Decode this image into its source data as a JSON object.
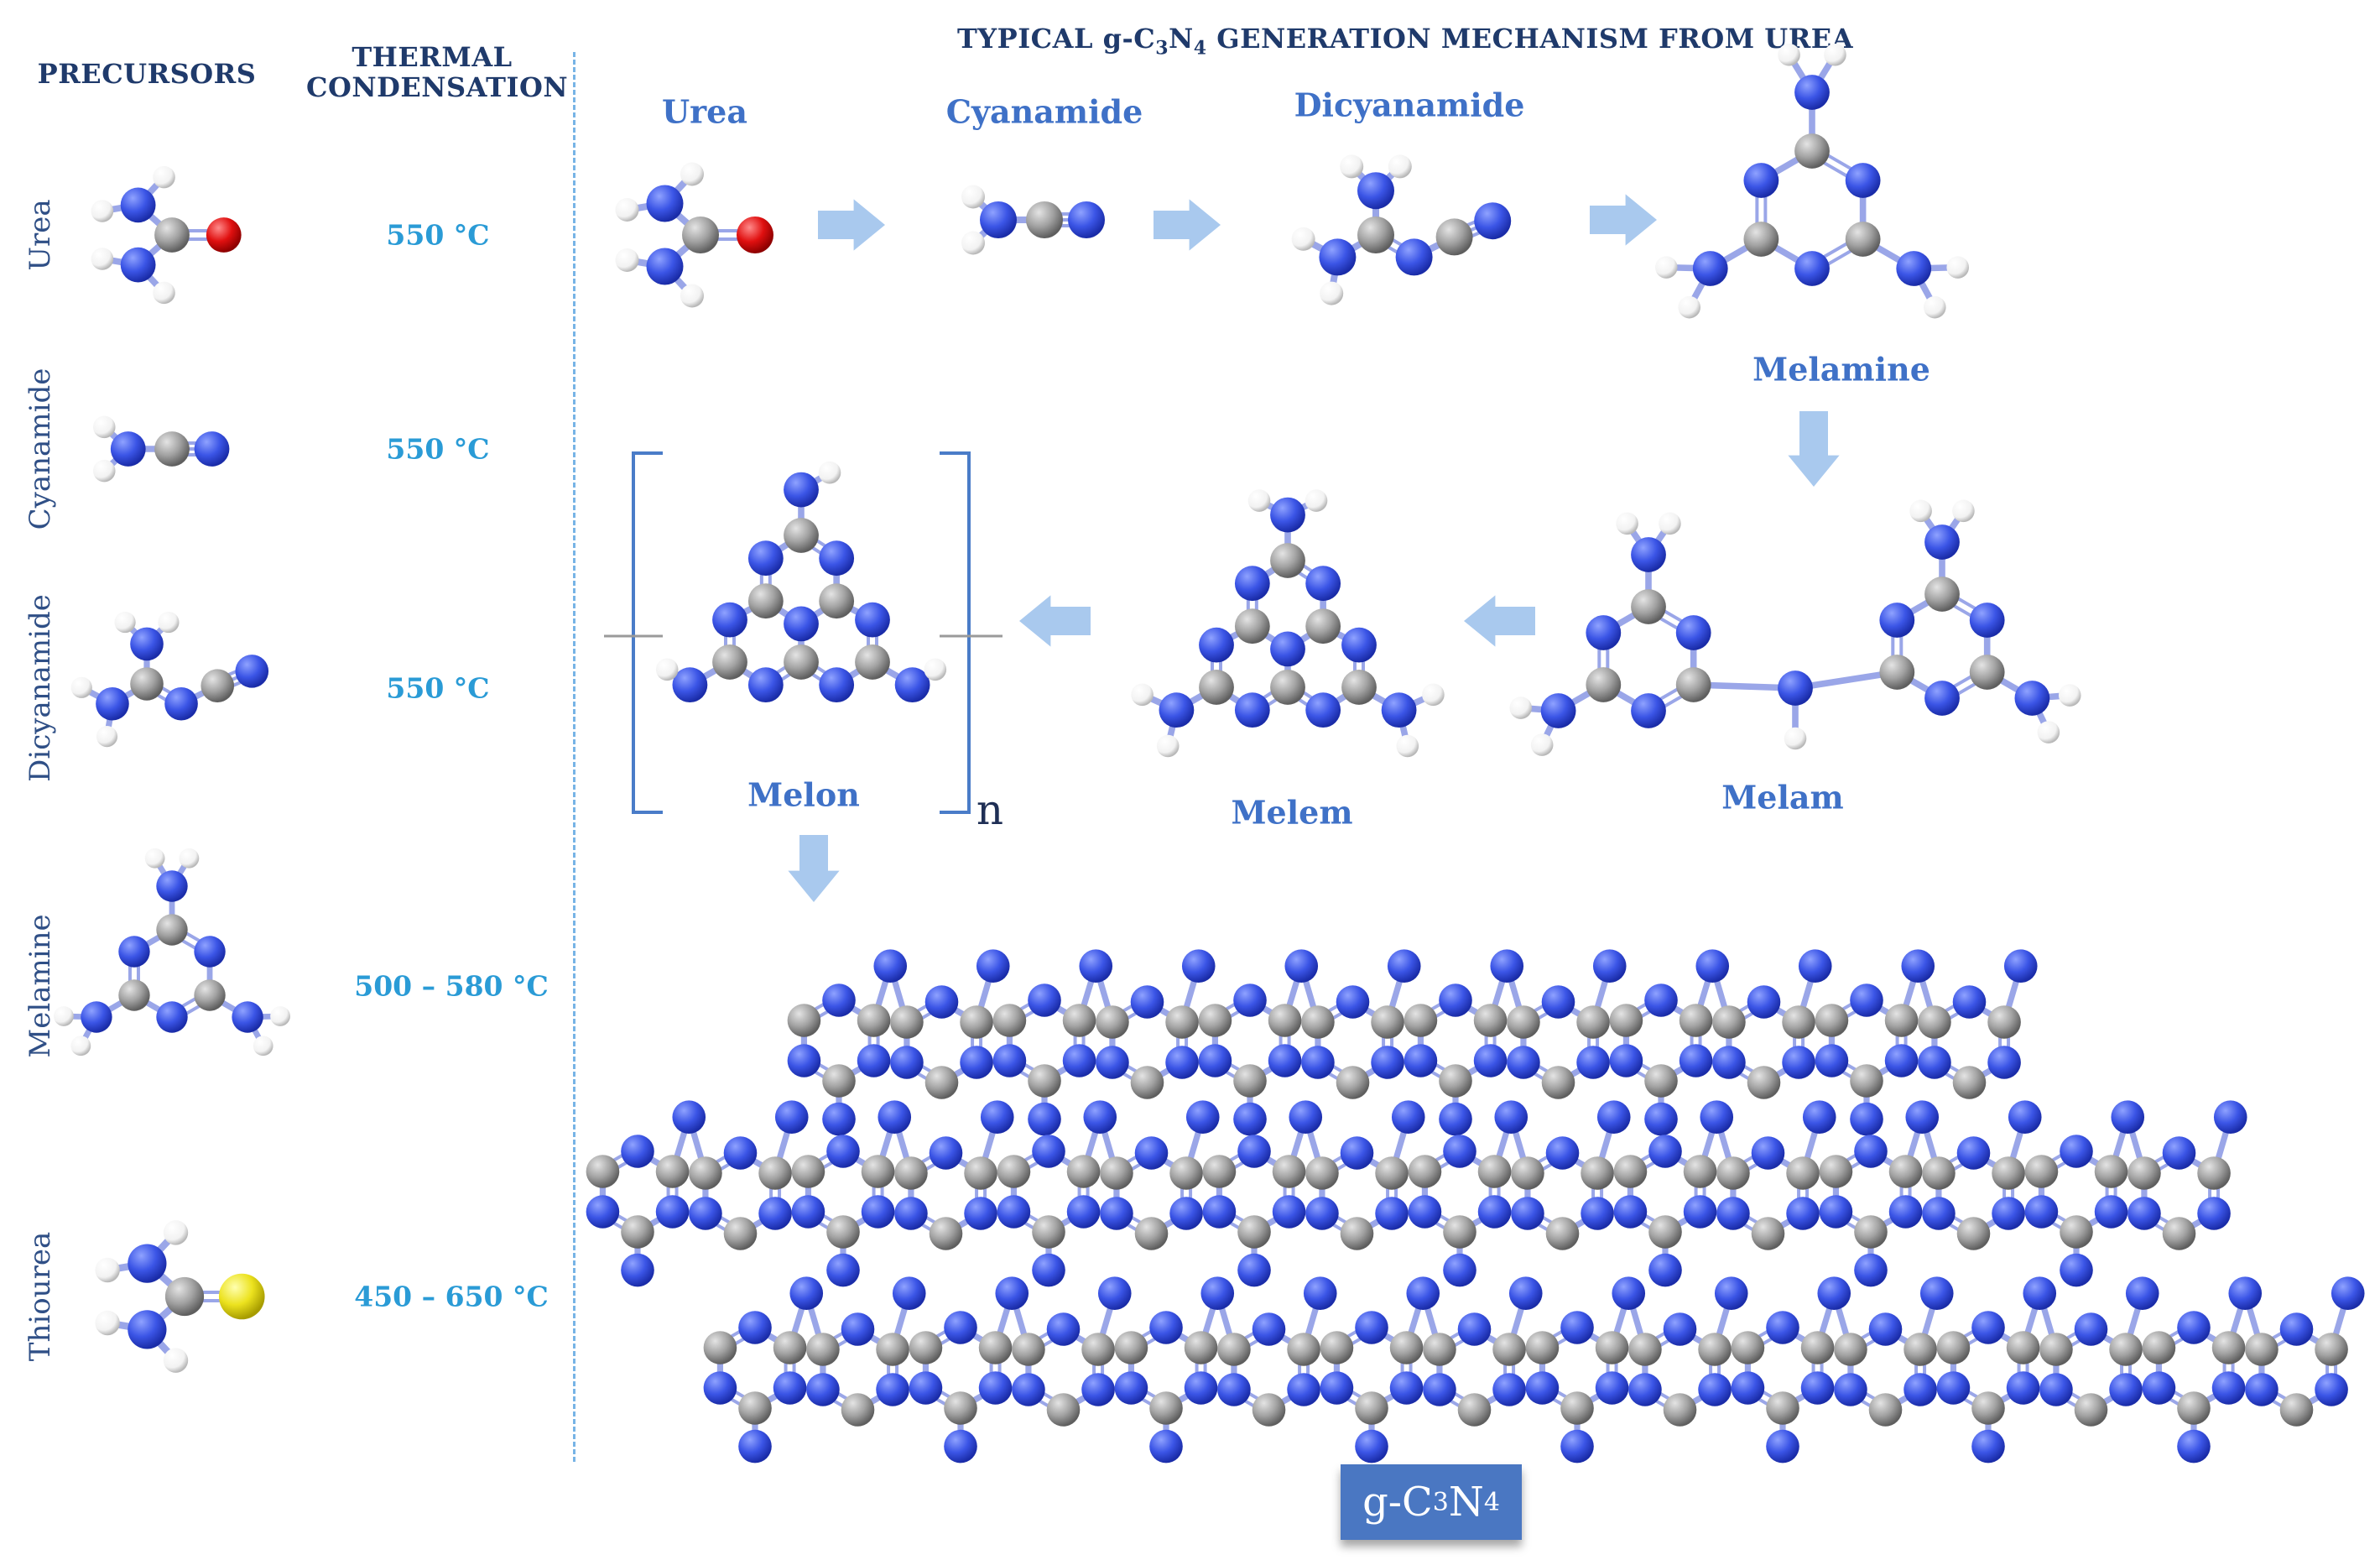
{
  "headers": {
    "precursors": "PRECURSORS",
    "thermal": "THERMAL CONDENSATION",
    "mechanism_pre": "TYPICAL g-C",
    "mechanism_sub1": "3",
    "mechanism_mid": "N",
    "mechanism_sub2": "4",
    "mechanism_post": " GENERATION MECHANISM FROM UREA"
  },
  "precursors": [
    {
      "name": "Urea",
      "temperature": "550 °C"
    },
    {
      "name": "Cyanamide",
      "temperature": "550 °C"
    },
    {
      "name": "Dicyanamide",
      "temperature": "550 °C"
    },
    {
      "name": "Melamine",
      "temperature": "500 – 580 °C"
    },
    {
      "name": "Thiourea",
      "temperature": "450 – 650 °C"
    }
  ],
  "mechanism": {
    "urea": "Urea",
    "cyanamide": "Cyanamide",
    "dicyanamide": "Dicyanamide",
    "melamine": "Melamine",
    "melam": "Melam",
    "melem": "Melem",
    "melon": "Melon",
    "n_subscript": "n"
  },
  "product": {
    "pre": "g-C",
    "sub1": "3",
    "mid": "N",
    "sub2": "4"
  },
  "colors": {
    "nitrogen": "#3b55e6",
    "carbon": "#9a9a9a",
    "hydrogen": "#ffffff",
    "oxygen": "#e01010",
    "sulfur": "#e8e020",
    "arrow": "#a9c9ee",
    "label": "#3f71c7",
    "temperature": "#2a9bd6",
    "header": "#1f3a6b",
    "product_box": "#4a77c2"
  }
}
